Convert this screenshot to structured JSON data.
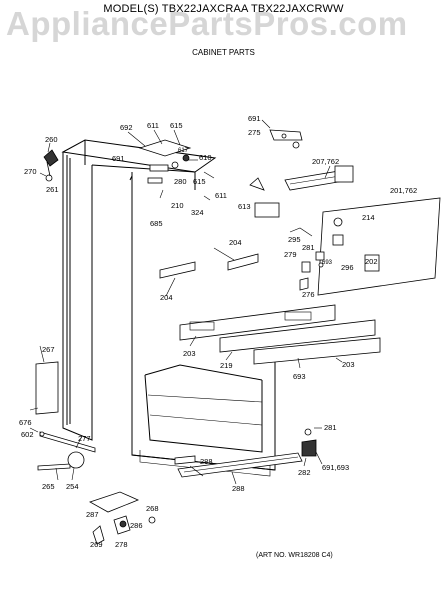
{
  "header": {
    "model": "MODEL(S) TBX22JAXCRAA  TBX22JAXCRWW",
    "subtitle": "CABINET PARTS",
    "watermark": "AppliancePartsPros.com"
  },
  "art_number": "(ART NO. WR18208 C4)",
  "callouts": [
    {
      "id": "c260",
      "text": "260"
    },
    {
      "id": "c270",
      "text": "270"
    },
    {
      "id": "c261",
      "text": "261"
    },
    {
      "id": "c692",
      "text": "692"
    },
    {
      "id": "c611a",
      "text": "611"
    },
    {
      "id": "c615a",
      "text": "615"
    },
    {
      "id": "c617",
      "text": "617"
    },
    {
      "id": "c691a",
      "text": "691"
    },
    {
      "id": "c610",
      "text": "610"
    },
    {
      "id": "c280",
      "text": "280"
    },
    {
      "id": "c615b",
      "text": "615"
    },
    {
      "id": "c611b",
      "text": "611"
    },
    {
      "id": "c613",
      "text": "613"
    },
    {
      "id": "c210",
      "text": "210"
    },
    {
      "id": "c324",
      "text": "324"
    },
    {
      "id": "c685",
      "text": "685"
    },
    {
      "id": "c691b",
      "text": "691"
    },
    {
      "id": "c275",
      "text": "275"
    },
    {
      "id": "c207",
      "text": "207,762"
    },
    {
      "id": "c201",
      "text": "201,762"
    },
    {
      "id": "c214",
      "text": "214"
    },
    {
      "id": "c295",
      "text": "295"
    },
    {
      "id": "c281a",
      "text": "281"
    },
    {
      "id": "c279",
      "text": "279"
    },
    {
      "id": "c693a",
      "text": "693"
    },
    {
      "id": "c296",
      "text": "296"
    },
    {
      "id": "c202",
      "text": "202"
    },
    {
      "id": "c276",
      "text": "276"
    },
    {
      "id": "c204a",
      "text": "204"
    },
    {
      "id": "c204b",
      "text": "204"
    },
    {
      "id": "c203a",
      "text": "203"
    },
    {
      "id": "c219",
      "text": "219"
    },
    {
      "id": "c203b",
      "text": "203"
    },
    {
      "id": "c693b",
      "text": "693"
    },
    {
      "id": "c267",
      "text": "267"
    },
    {
      "id": "c676",
      "text": "676"
    },
    {
      "id": "c602",
      "text": "602"
    },
    {
      "id": "c277",
      "text": "277"
    },
    {
      "id": "c265",
      "text": "265"
    },
    {
      "id": "c254",
      "text": "254"
    },
    {
      "id": "c288a",
      "text": "288"
    },
    {
      "id": "c288b",
      "text": "288"
    },
    {
      "id": "c281b",
      "text": "281"
    },
    {
      "id": "c282",
      "text": "282"
    },
    {
      "id": "c691c",
      "text": "691,693"
    },
    {
      "id": "c287",
      "text": "287"
    },
    {
      "id": "c268",
      "text": "268"
    },
    {
      "id": "c286",
      "text": "286"
    },
    {
      "id": "c269",
      "text": "269"
    },
    {
      "id": "c278",
      "text": "278"
    }
  ]
}
